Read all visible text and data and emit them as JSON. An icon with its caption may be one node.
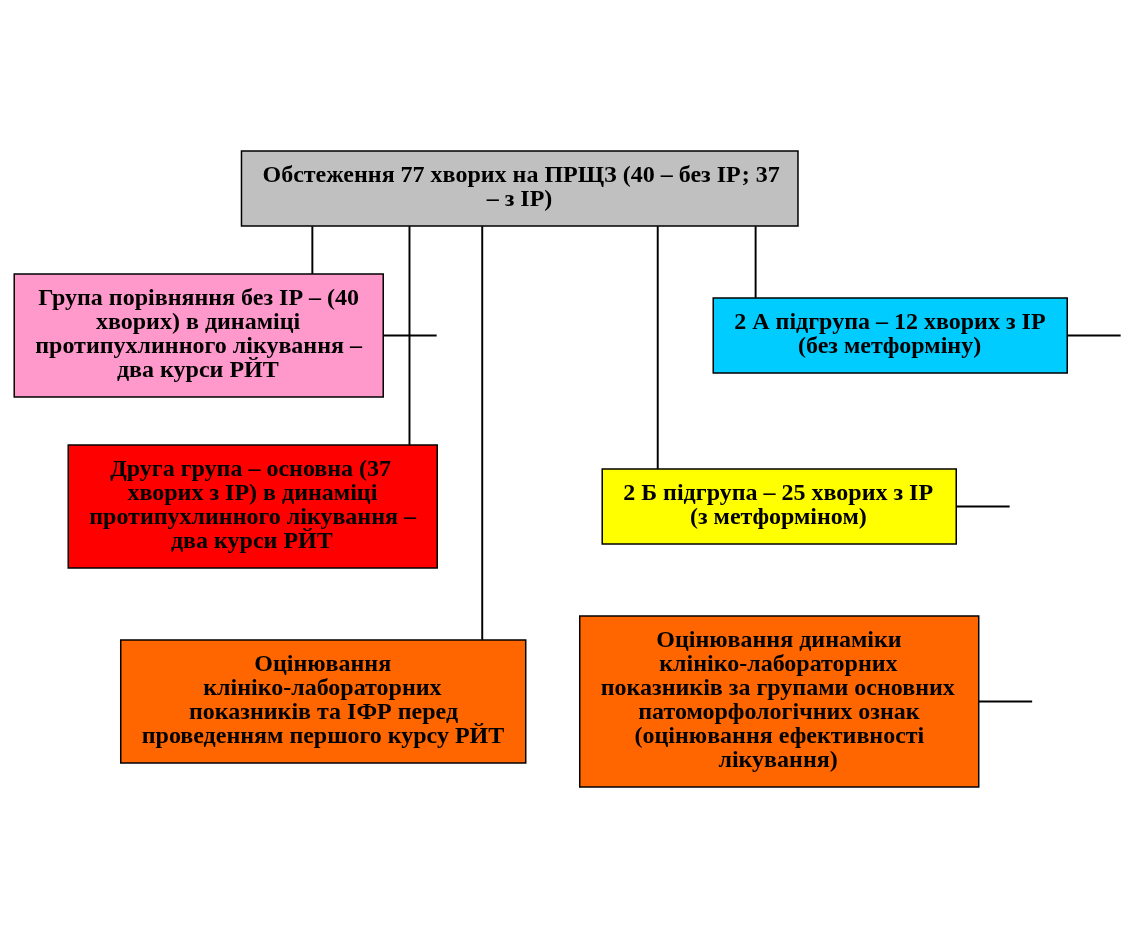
{
  "diagram": {
    "nodes": [
      {
        "text": [
          "Обстеження 77 хворих на ПРЩЗ (40 – без ІР; 37 – з ІР)"
        ]
      },
      {
        "text": [
          "Група порівняння без ІР – (40 хворих) в динаміці протипухлинного лікування – два курси РЙТ"
        ]
      },
      {
        "text": [
          "Друга група – основна (37 хворих з ІР) в динаміці протипухлинного лікування – два курси РЙТ"
        ]
      },
      {
        "text": [
          "Оцінювання клініко-лабораторних показників та ІФР перед проведенням першого курсу РЙТ"
        ]
      },
      {
        "text": [
          "2 А підгрупа – 12 хворих з ІР (без метформіну)"
        ]
      },
      {
        "text": [
          "2 Б підгрупа – 25 хворих з ІР (з метформіном)"
        ]
      },
      {
        "text": [
          "Оцінювання динаміки клініко-лабораторних показників за групами основних патоморфологічних ознак (оцінювання ефективності лікування)"
        ]
      }
    ],
    "edges": [
      {
        "from": 0,
        "to": 1,
        "arrow": "none"
      },
      {
        "from": 0,
        "to": 2,
        "arrow": "none"
      },
      {
        "from": 0,
        "to": 3,
        "arrow": "none"
      },
      {
        "from": 0,
        "to": 4,
        "arrow": "none"
      },
      {
        "from": 0,
        "to": 5,
        "arrow": "none"
      },
      {
        "from": 1,
        "to": null,
        "arrow": "none"
      },
      {
        "from": 4,
        "to": null,
        "arrow": "none"
      },
      {
        "from": 5,
        "to": null,
        "arrow": "none"
      },
      {
        "from": 6,
        "to": null,
        "arrow": "none"
      }
    ]
  }
}
